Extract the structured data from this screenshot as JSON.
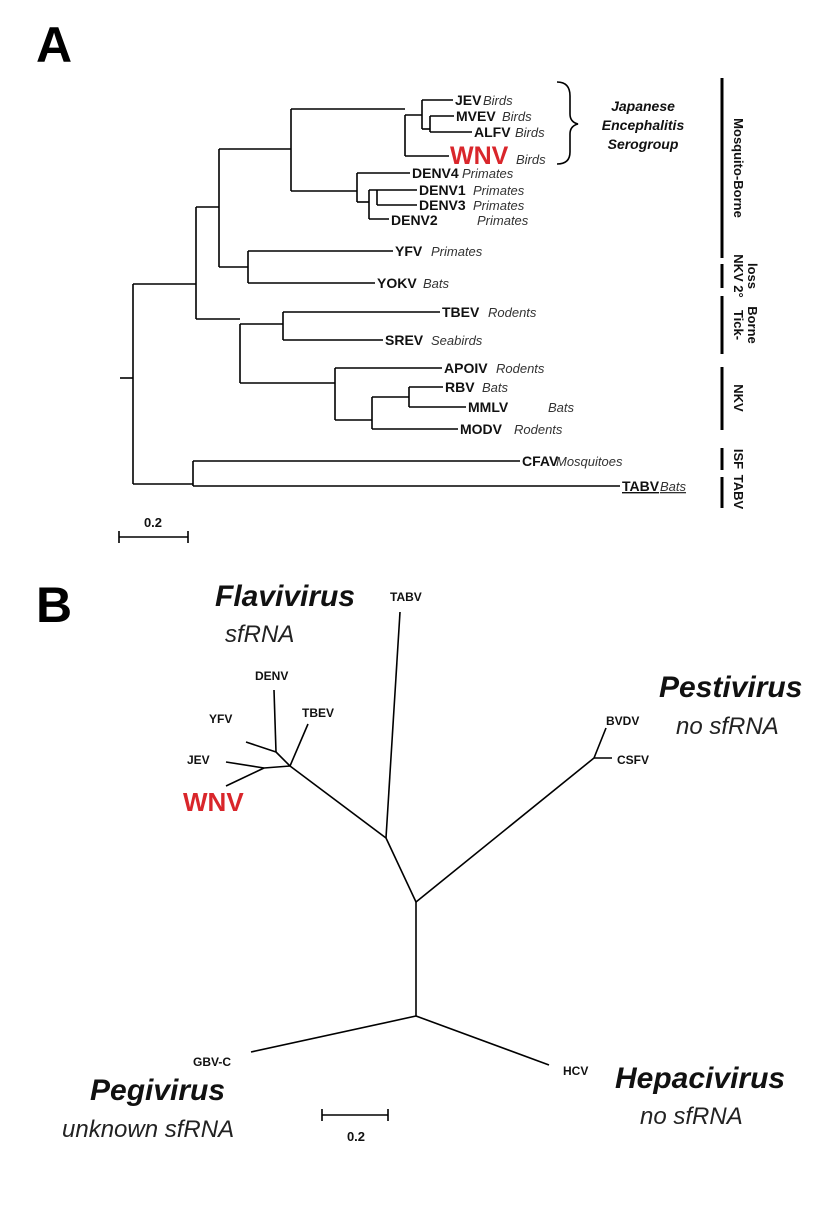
{
  "panel_a": {
    "label": "A",
    "taxa": {
      "jev": {
        "name": "JEV",
        "host": "Birds"
      },
      "mvev": {
        "name": "MVEV",
        "host": "Birds"
      },
      "alfv": {
        "name": "ALFV",
        "host": "Birds"
      },
      "wnv": {
        "name": "WNV",
        "host": "Birds"
      },
      "denv4": {
        "name": "DENV4",
        "host": "Primates"
      },
      "denv1": {
        "name": "DENV1",
        "host": "Primates"
      },
      "denv3": {
        "name": "DENV3",
        "host": "Primates"
      },
      "denv2": {
        "name": "DENV2",
        "host": "Primates"
      },
      "yfv": {
        "name": "YFV",
        "host": "Primates"
      },
      "yokv": {
        "name": "YOKV",
        "host": "Bats"
      },
      "tbev": {
        "name": "TBEV",
        "host": "Rodents"
      },
      "srev": {
        "name": "SREV",
        "host": "Seabirds"
      },
      "apoiv": {
        "name": "APOIV",
        "host": "Rodents"
      },
      "rbv": {
        "name": "RBV",
        "host": "Bats"
      },
      "mmlv": {
        "name": "MMLV",
        "host": "Bats"
      },
      "modv": {
        "name": "MODV",
        "host": "Rodents"
      },
      "cfav": {
        "name": "CFAV",
        "host": "Mosquitoes"
      },
      "tabv": {
        "name": "TABV",
        "host": "Bats"
      }
    },
    "je_serogroup": [
      "Japanese",
      "Encephalitis",
      "Serogroup"
    ],
    "groups": {
      "mosquito_borne": "Mosquito-Borne",
      "nkv_2_loss": [
        "NKV 2°",
        "loss"
      ],
      "tick_borne": [
        "Tick-",
        "Borne"
      ],
      "nkv": "NKV",
      "isf": "ISF",
      "tabv": "TABV"
    },
    "scale_bar": "0.2"
  },
  "panel_b": {
    "label": "B",
    "genera": {
      "flavivirus": {
        "name": "Flavivirus",
        "sfrna": "sfRNA"
      },
      "pestivirus": {
        "name": "Pestivirus",
        "sfrna": "no sfRNA"
      },
      "pegivirus": {
        "name": "Pegivirus",
        "sfrna": "unknown sfRNA"
      },
      "hepacivirus": {
        "name": "Hepacivirus",
        "sfrna": "no sfRNA"
      }
    },
    "tips": {
      "tabv": "TABV",
      "denv": "DENV",
      "yfv": "YFV",
      "tbev": "TBEV",
      "jev": "JEV",
      "wnv": "WNV",
      "bvdv": "BVDV",
      "csfv": "CSFV",
      "gbvc": "GBV-C",
      "hcv": "HCV"
    },
    "scale_bar": "0.2"
  },
  "colors": {
    "highlight": "#d9262b",
    "branch": "#000000"
  }
}
